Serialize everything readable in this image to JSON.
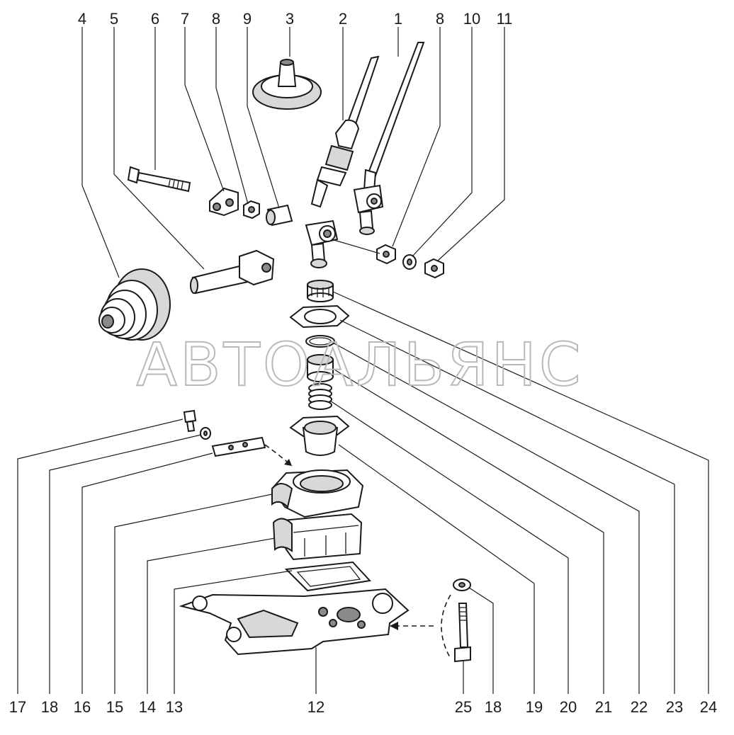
{
  "watermark": "АВТОАЛЬЯНС",
  "top_callouts": [
    "4",
    "5",
    "6",
    "7",
    "8",
    "9",
    "3",
    "2",
    "1",
    "8",
    "10",
    "11"
  ],
  "bottom_callouts": [
    "17",
    "18",
    "16",
    "15",
    "14",
    "13",
    "12",
    "25",
    "18",
    "19",
    "20",
    "21",
    "22",
    "23",
    "24"
  ]
}
